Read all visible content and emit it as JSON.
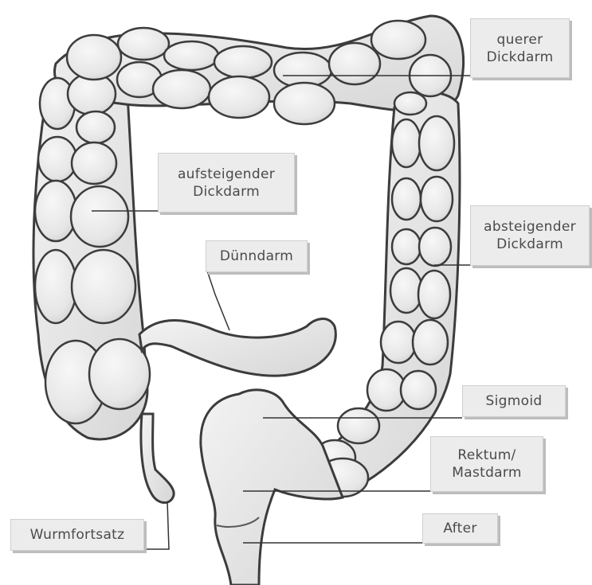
{
  "colors": {
    "organ_fill": "#e9e9e9",
    "organ_light": "#f6f6f6",
    "organ_stroke": "#3c3c3c",
    "label_bg": "#ececec",
    "label_text": "#4a4a4a",
    "leader_line": "#333333"
  },
  "labels": {
    "querer": [
      "querer",
      "Dickdarm"
    ],
    "aufsteigender": [
      "aufsteigender",
      "Dickdarm"
    ],
    "absteigender": [
      "absteigender",
      "Dickdarm"
    ],
    "duenndarm": [
      "Dünndarm"
    ],
    "sigmoid": [
      "Sigmoid"
    ],
    "rektum": [
      "Rektum/",
      "Mastdarm"
    ],
    "after": [
      "After"
    ],
    "wurmfortsatz": [
      "Wurmfortsatz"
    ]
  }
}
